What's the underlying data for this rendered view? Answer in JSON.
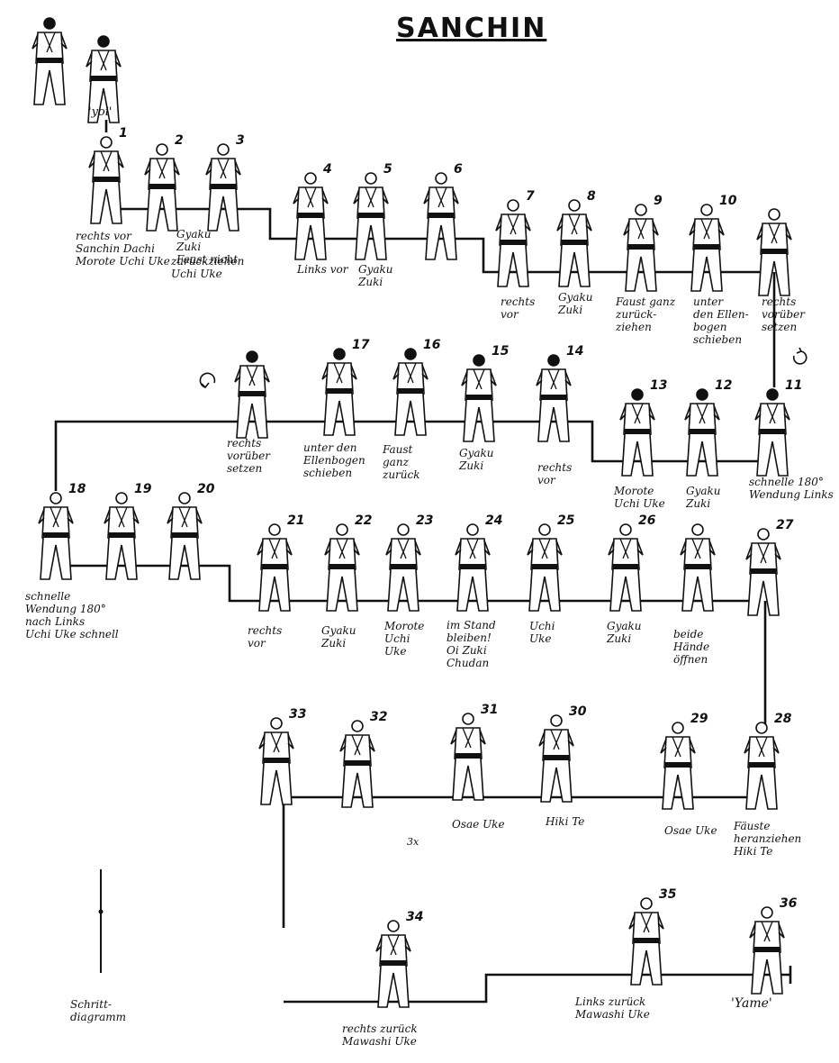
{
  "title": "SANCHIN",
  "start_label": "'yoi'",
  "end_label": "'Yame'",
  "legend_label": "Schritt-\ndiagramm",
  "mark_3x": "3x",
  "steps": [
    {
      "n": "1",
      "label": "rechts vor\nSanchin Dachi\nMorote Uchi Uke"
    },
    {
      "n": "2",
      "label": "Gyaku\nZuki\nFaust nicht"
    },
    {
      "n": "3",
      "label": "zurückziehen\nUchi Uke"
    },
    {
      "n": "4",
      "label": "Links vor"
    },
    {
      "n": "5",
      "label": "Gyaku\nZuki"
    },
    {
      "n": "6",
      "label": ""
    },
    {
      "n": "7",
      "label": "rechts\nvor"
    },
    {
      "n": "8",
      "label": "Gyaku\nZuki"
    },
    {
      "n": "9",
      "label": "Faust ganz\nzurück-\nziehen"
    },
    {
      "n": "10",
      "label": "unter\nden Ellen-\nbogen\nschieben"
    },
    {
      "n": "",
      "label": "rechts\nvorüber\nsetzen"
    },
    {
      "n": "11",
      "label": "schnelle 180°\nWendung Links"
    },
    {
      "n": "12",
      "label": "Gyaku\nZuki"
    },
    {
      "n": "13",
      "label": "Morote\nUchi Uke"
    },
    {
      "n": "14",
      "label": "rechts\nvor"
    },
    {
      "n": "15",
      "label": "Gyaku\nZuki"
    },
    {
      "n": "16",
      "label": "Faust\nganz\nzurück"
    },
    {
      "n": "17",
      "label": "unter den\nEllenbogen\nschieben"
    },
    {
      "n": "",
      "label": "rechts\nvorüber\nsetzen"
    },
    {
      "n": "18",
      "label": "schnelle\nWendung 180°\nnach Links\nUchi Uke schnell"
    },
    {
      "n": "19",
      "label": ""
    },
    {
      "n": "20",
      "label": ""
    },
    {
      "n": "21",
      "label": "rechts\nvor"
    },
    {
      "n": "22",
      "label": "Gyaku\nZuki"
    },
    {
      "n": "23",
      "label": "Morote\nUchi\nUke"
    },
    {
      "n": "24",
      "label": "im Stand\nbleiben!\nOi Zuki\nChudan"
    },
    {
      "n": "25",
      "label": "Uchi\nUke"
    },
    {
      "n": "26",
      "label": "Gyaku\nZuki"
    },
    {
      "n": "",
      "label": "beide\nHände\nöffnen"
    },
    {
      "n": "27",
      "label": ""
    },
    {
      "n": "28",
      "label": "Fäuste\nheranziehen\nHiki Te"
    },
    {
      "n": "29",
      "label": "Osae Uke"
    },
    {
      "n": "30",
      "label": "Hiki Te"
    },
    {
      "n": "31",
      "label": "Osae Uke"
    },
    {
      "n": "32",
      "label": ""
    },
    {
      "n": "33",
      "label": ""
    },
    {
      "n": "34",
      "label": "rechts zurück\nMawashi Uke"
    },
    {
      "n": "35",
      "label": "Links zurück\nMawashi Uke"
    },
    {
      "n": "36",
      "label": ""
    }
  ]
}
